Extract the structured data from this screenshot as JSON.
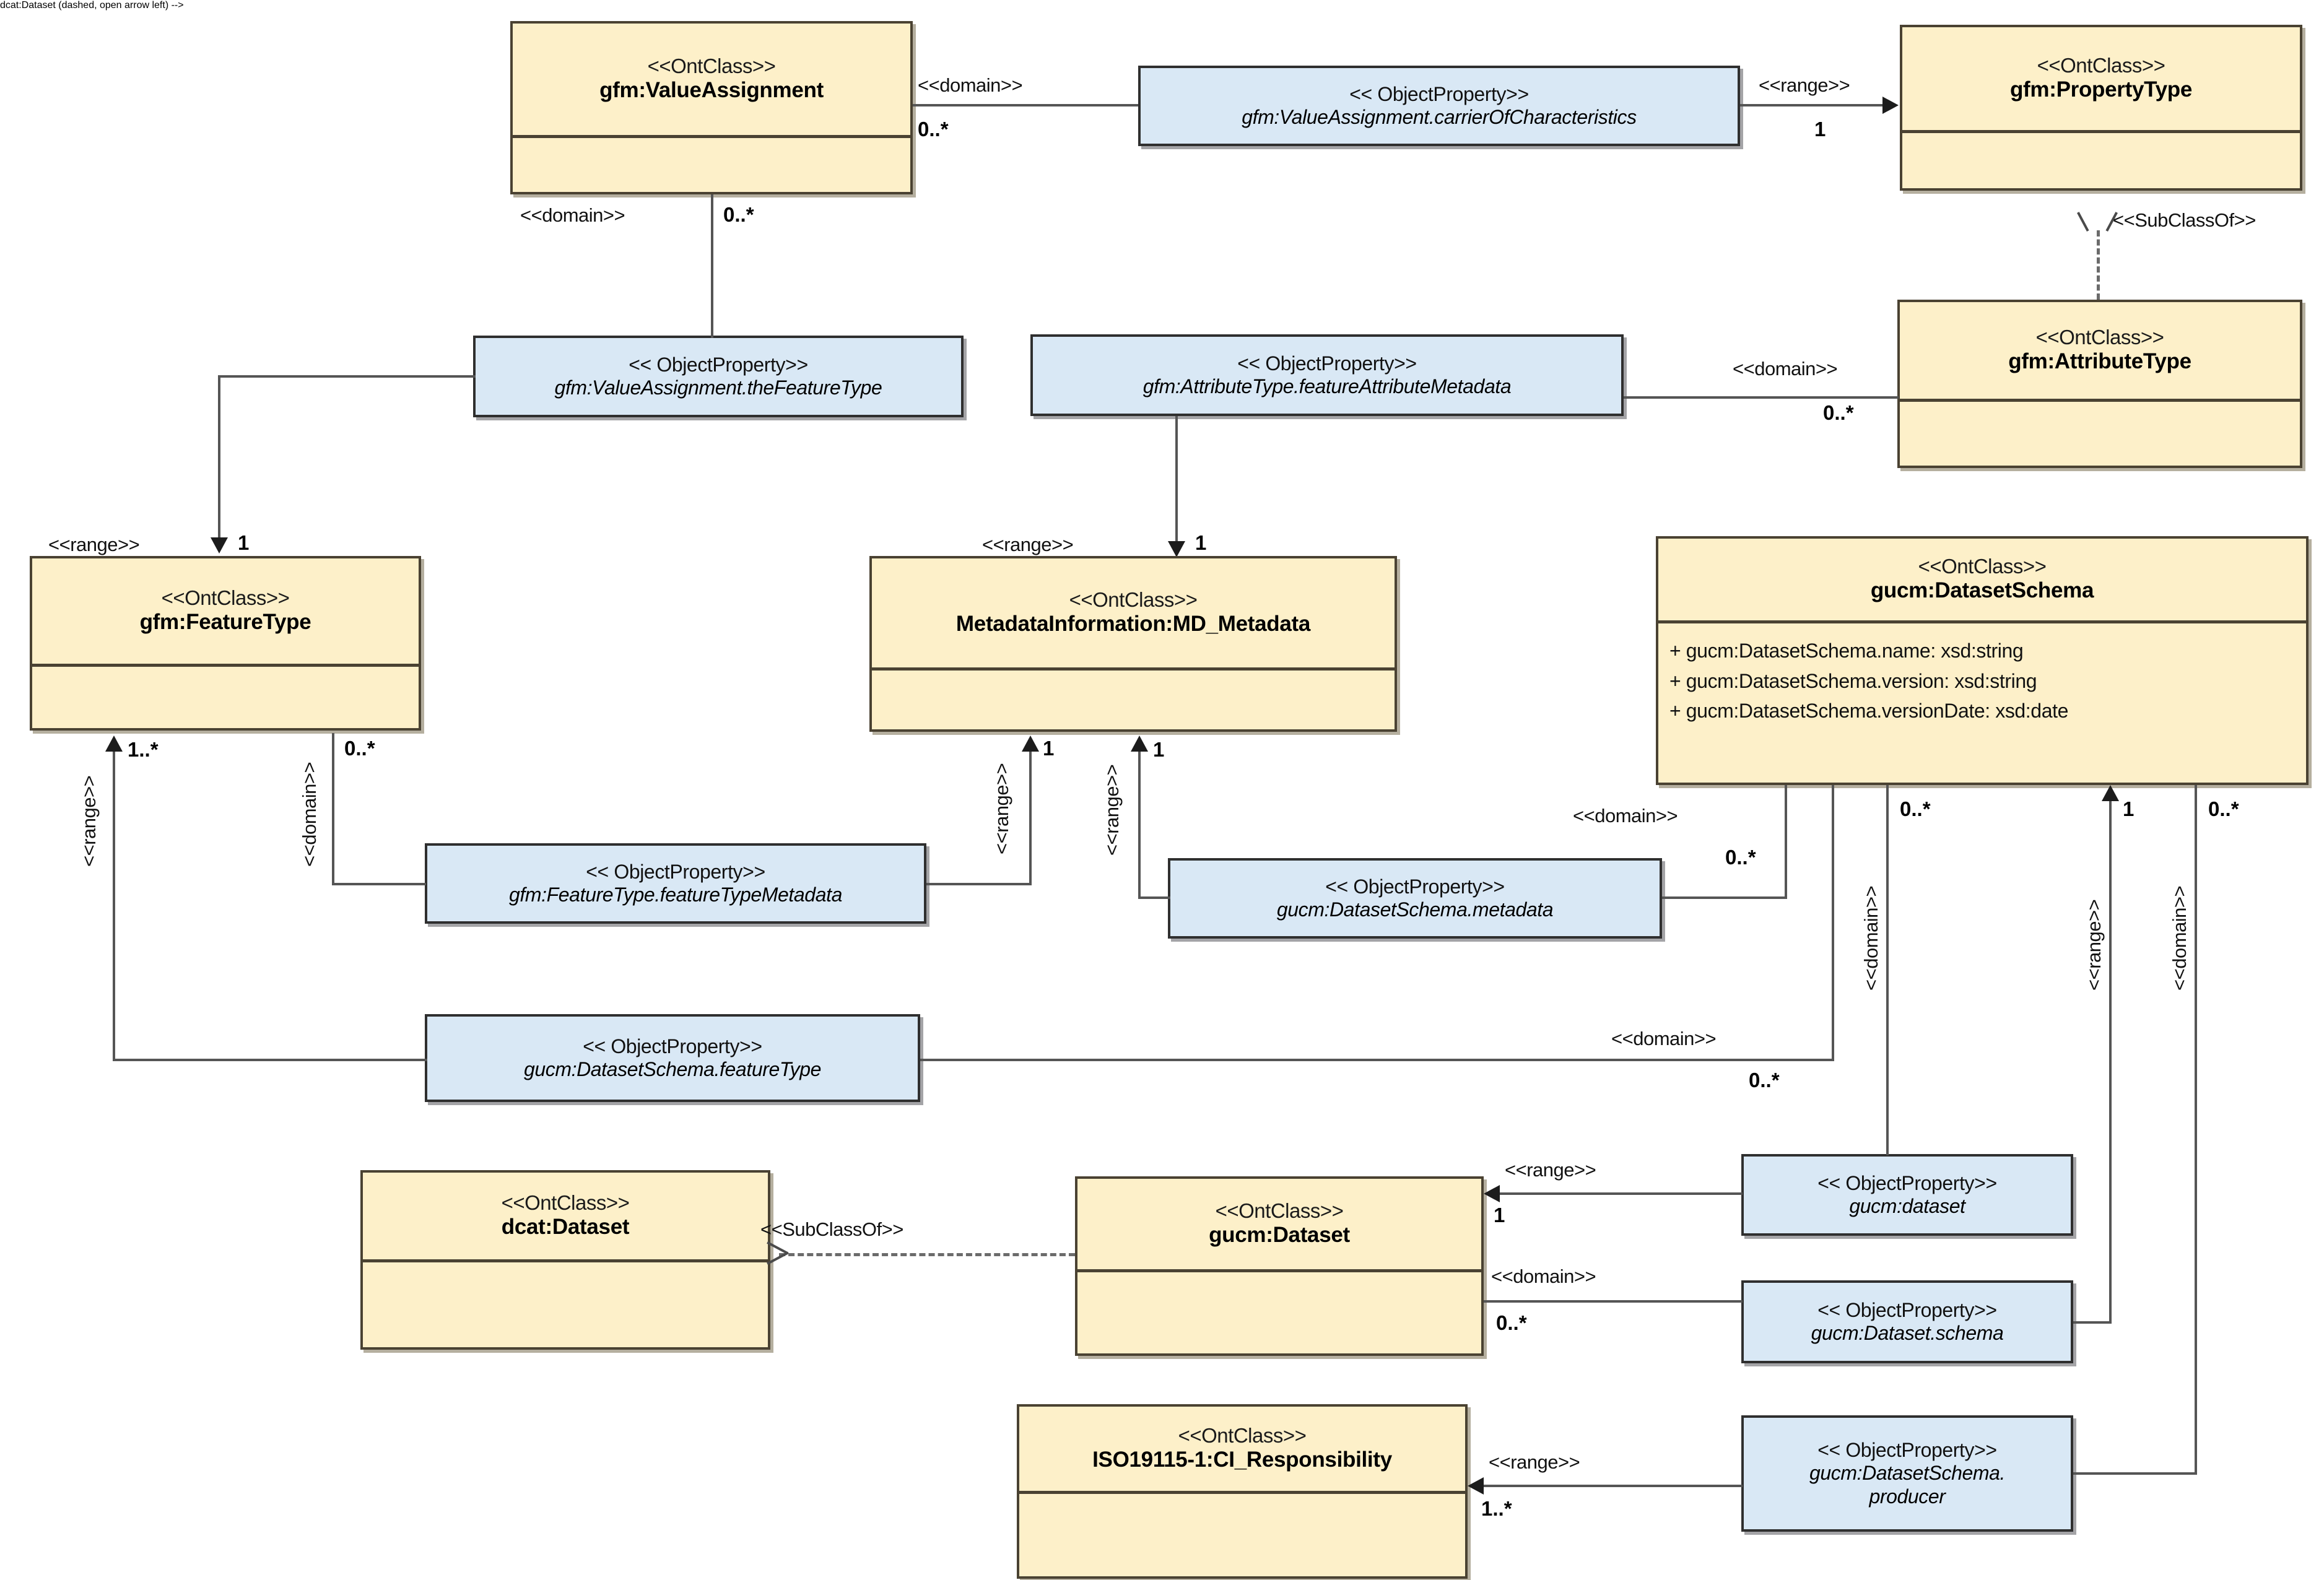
{
  "diagram": {
    "type": "uml-class-diagram",
    "colors": {
      "ontclass_fill": "#fdf0c9",
      "ontclass_border": "#4a4232",
      "objectproperty_fill": "#d9e8f5",
      "objectproperty_border": "#2f2f2f",
      "connector": "#555555",
      "background": "#ffffff"
    },
    "stereotypes": {
      "ontclass": "<<OntClass>>",
      "objectproperty": "<< ObjectProperty>>",
      "domain": "<<domain>>",
      "range": "<<range>>",
      "subclassof": "<<SubClassOf>>"
    },
    "classes": [
      {
        "id": "valueAssignment",
        "stereotype": "<<OntClass>>",
        "name": "gfm:ValueAssignment",
        "attributes": []
      },
      {
        "id": "propertyType",
        "stereotype": "<<OntClass>>",
        "name": "gfm:PropertyType",
        "attributes": []
      },
      {
        "id": "attributeType",
        "stereotype": "<<OntClass>>",
        "name": "gfm:AttributeType",
        "attributes": []
      },
      {
        "id": "featureType",
        "stereotype": "<<OntClass>>",
        "name": "gfm:FeatureType",
        "attributes": []
      },
      {
        "id": "mdMetadata",
        "stereotype": "<<OntClass>>",
        "name": "MetadataInformation:MD_Metadata",
        "attributes": []
      },
      {
        "id": "datasetSchema",
        "stereotype": "<<OntClass>>",
        "name": "gucm:DatasetSchema",
        "attributes": [
          "+ gucm:DatasetSchema.name: xsd:string",
          "+ gucm:DatasetSchema.version: xsd:string",
          "+ gucm:DatasetSchema.versionDate: xsd:date"
        ]
      },
      {
        "id": "dcatDataset",
        "stereotype": "<<OntClass>>",
        "name": "dcat:Dataset",
        "attributes": []
      },
      {
        "id": "gucmDataset",
        "stereotype": "<<OntClass>>",
        "name": "gucm:Dataset",
        "attributes": []
      },
      {
        "id": "ciResponsibility",
        "stereotype": "<<OntClass>>",
        "name": "ISO19115-1:CI_Responsibility",
        "attributes": []
      }
    ],
    "object_properties": [
      {
        "id": "op_carrierOfCharacteristics",
        "stereotype": "<< ObjectProperty>>",
        "name": "gfm:ValueAssignment.carrierOfCharacteristics"
      },
      {
        "id": "op_theFeatureType",
        "stereotype": "<< ObjectProperty>>",
        "name": "gfm:ValueAssignment.theFeatureType"
      },
      {
        "id": "op_featureAttributeMetadata",
        "stereotype": "<< ObjectProperty>>",
        "name": "gfm:AttributeType.featureAttributeMetadata"
      },
      {
        "id": "op_featureTypeMetadata",
        "stereotype": "<< ObjectProperty>>",
        "name": "gfm:FeatureType.featureTypeMetadata"
      },
      {
        "id": "op_datasetSchemaMetadata",
        "stereotype": "<< ObjectProperty>>",
        "name": "gucm:DatasetSchema.metadata"
      },
      {
        "id": "op_datasetSchemaFeatureType",
        "stereotype": "<< ObjectProperty>>",
        "name": "gucm:DatasetSchema.featureType"
      },
      {
        "id": "op_dataset",
        "stereotype": "<< ObjectProperty>>",
        "name": "gucm:dataset"
      },
      {
        "id": "op_datasetSchema",
        "stereotype": "<< ObjectProperty>>",
        "name": "gucm:Dataset.schema"
      },
      {
        "id": "op_datasetSchemaProducer",
        "stereotype": "<< ObjectProperty>>",
        "name_line1": "gucm:DatasetSchema.",
        "name_line2": "producer"
      }
    ],
    "edge_labels": {
      "va_carrier_domain": "<<domain>>",
      "va_carrier_domain_mult": "0..*",
      "carrier_pt_range": "<<range>>",
      "carrier_pt_range_mult": "1",
      "va_theFeatureType_domain": "<<domain>>",
      "va_theFeatureType_domain_mult": "0..*",
      "theFeatureType_ft_range": "<<range>>",
      "theFeatureType_ft_range_mult": "1",
      "fam_at_domain": "<<domain>>",
      "fam_at_domain_mult": "0..*",
      "at_pt_subclassof": "<<SubClassOf>>",
      "fam_md_range": "<<range>>",
      "fam_md_range_mult": "1",
      "ftm_md_range": "<<range>>",
      "ftm_md_range_mult": "1",
      "dsm_md_range": "<<range>>",
      "dsm_md_range_mult": "1",
      "ftm_ft_domain": "<<domain>>",
      "ftm_ft_domain_mult": "0..*",
      "dsft_ft_range": "<<range>>",
      "dsft_ft_range_mult": "1..*",
      "dsm_ds_domain": "<<domain>>",
      "dsm_ds_domain_mult": "0..*",
      "dsft_ds_domain": "<<domain>>",
      "dsft_ds_domain_mult": "0..*",
      "dataset_ds_domain": "<<domain>>",
      "dataset_ds_domain_mult": "0..*",
      "dsschema_ds_range": "<<range>>",
      "dsschema_ds_range_mult": "1",
      "producer_ds_domain": "<<domain>>",
      "producer_ds_domain_mult": "0..*",
      "dataset_gucmds_range": "<<range>>",
      "dataset_gucmds_range_mult": "1",
      "gucmds_schema_domain": "<<domain>>",
      "gucmds_schema_domain_mult": "0..*",
      "dcat_subclassof": "<<SubClassOf>>",
      "producer_ci_range": "<<range>>",
      "producer_ci_range_mult": "1..*"
    }
  }
}
